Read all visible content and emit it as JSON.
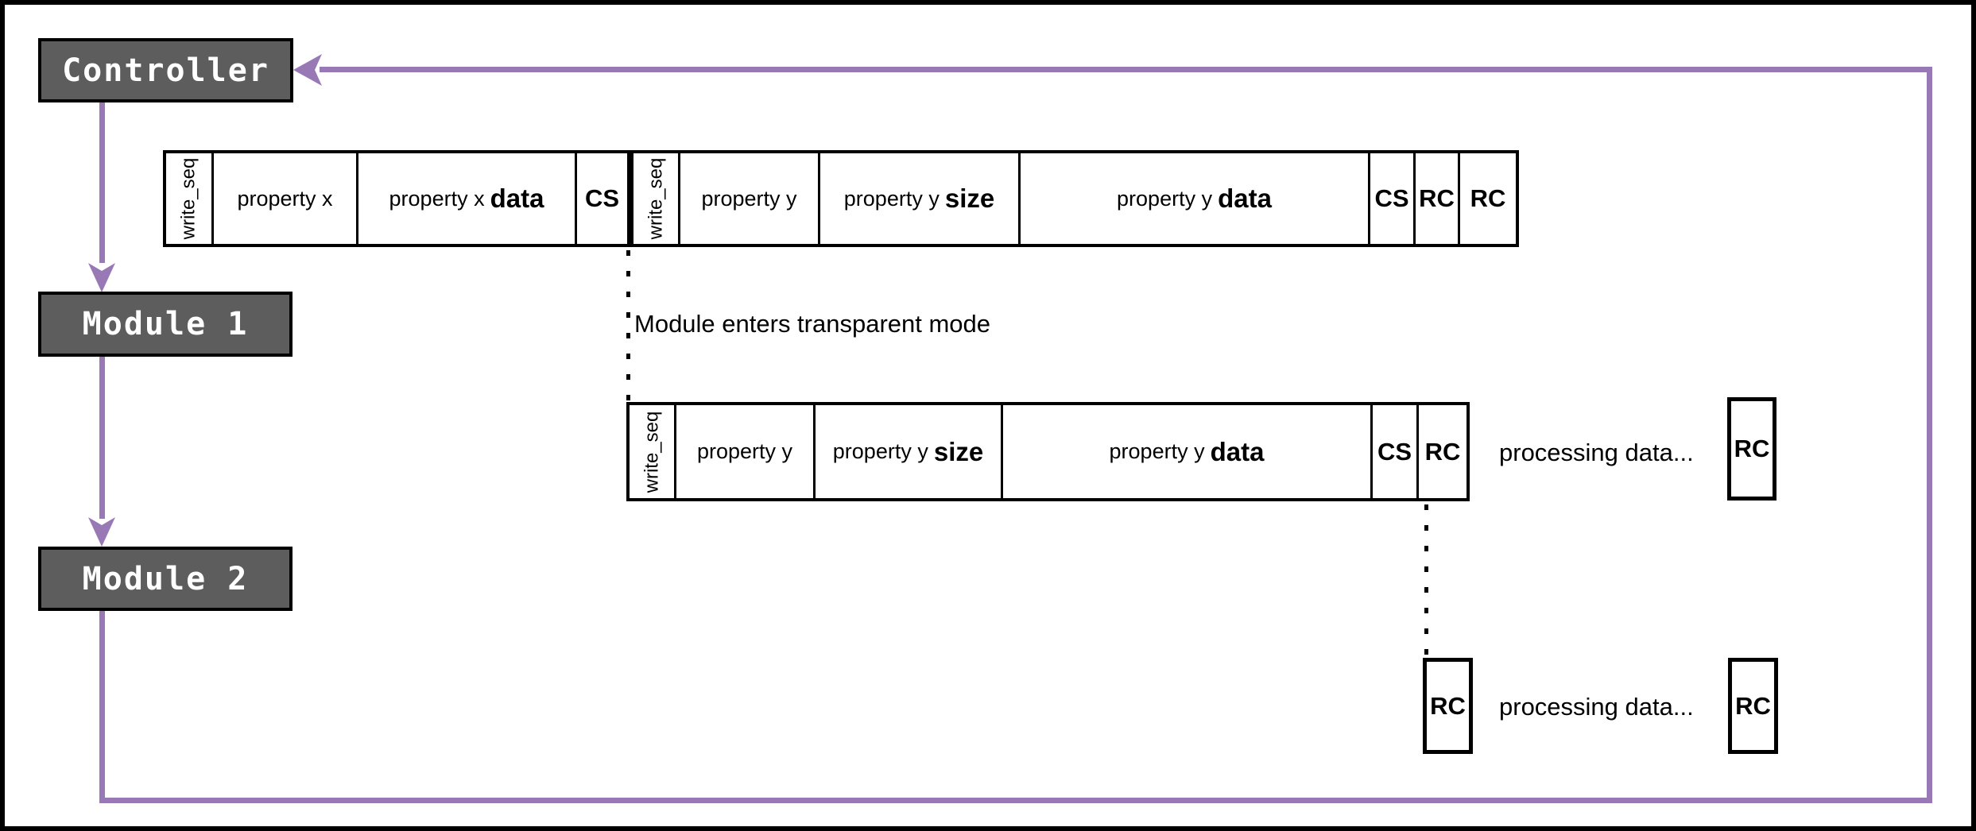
{
  "colors": {
    "purple": "#9879b6",
    "node_fill": "#5d5d5d",
    "node_text": "#ffffff",
    "line": "#000000"
  },
  "nodes": {
    "controller": "Controller",
    "module1": "Module 1",
    "module2": "Module 2"
  },
  "notes": {
    "transparent_mode": "Module enters transparent mode",
    "processing_row2": "processing data...",
    "processing_row3": "processing data..."
  },
  "packets": {
    "row1a": {
      "cells": [
        {
          "t": "write_seq"
        },
        {
          "t": "property x"
        },
        {
          "t": "property x",
          "b": "data"
        },
        {
          "t": "CS"
        }
      ]
    },
    "row1b": {
      "cells": [
        {
          "t": "write_seq"
        },
        {
          "t": "property y"
        },
        {
          "t": "property y",
          "b": "size"
        },
        {
          "t": "property y",
          "b": "data"
        },
        {
          "t": "CS"
        },
        {
          "t": "RC"
        },
        {
          "t": "RC"
        }
      ]
    },
    "row2": {
      "cells": [
        {
          "t": "write_seq"
        },
        {
          "t": "property y"
        },
        {
          "t": "property y",
          "b": "size"
        },
        {
          "t": "property y",
          "b": "data"
        },
        {
          "t": "CS"
        },
        {
          "t": "RC"
        }
      ]
    },
    "row2_rc": "RC",
    "row3_rc_left": "RC",
    "row3_rc_right": "RC"
  }
}
